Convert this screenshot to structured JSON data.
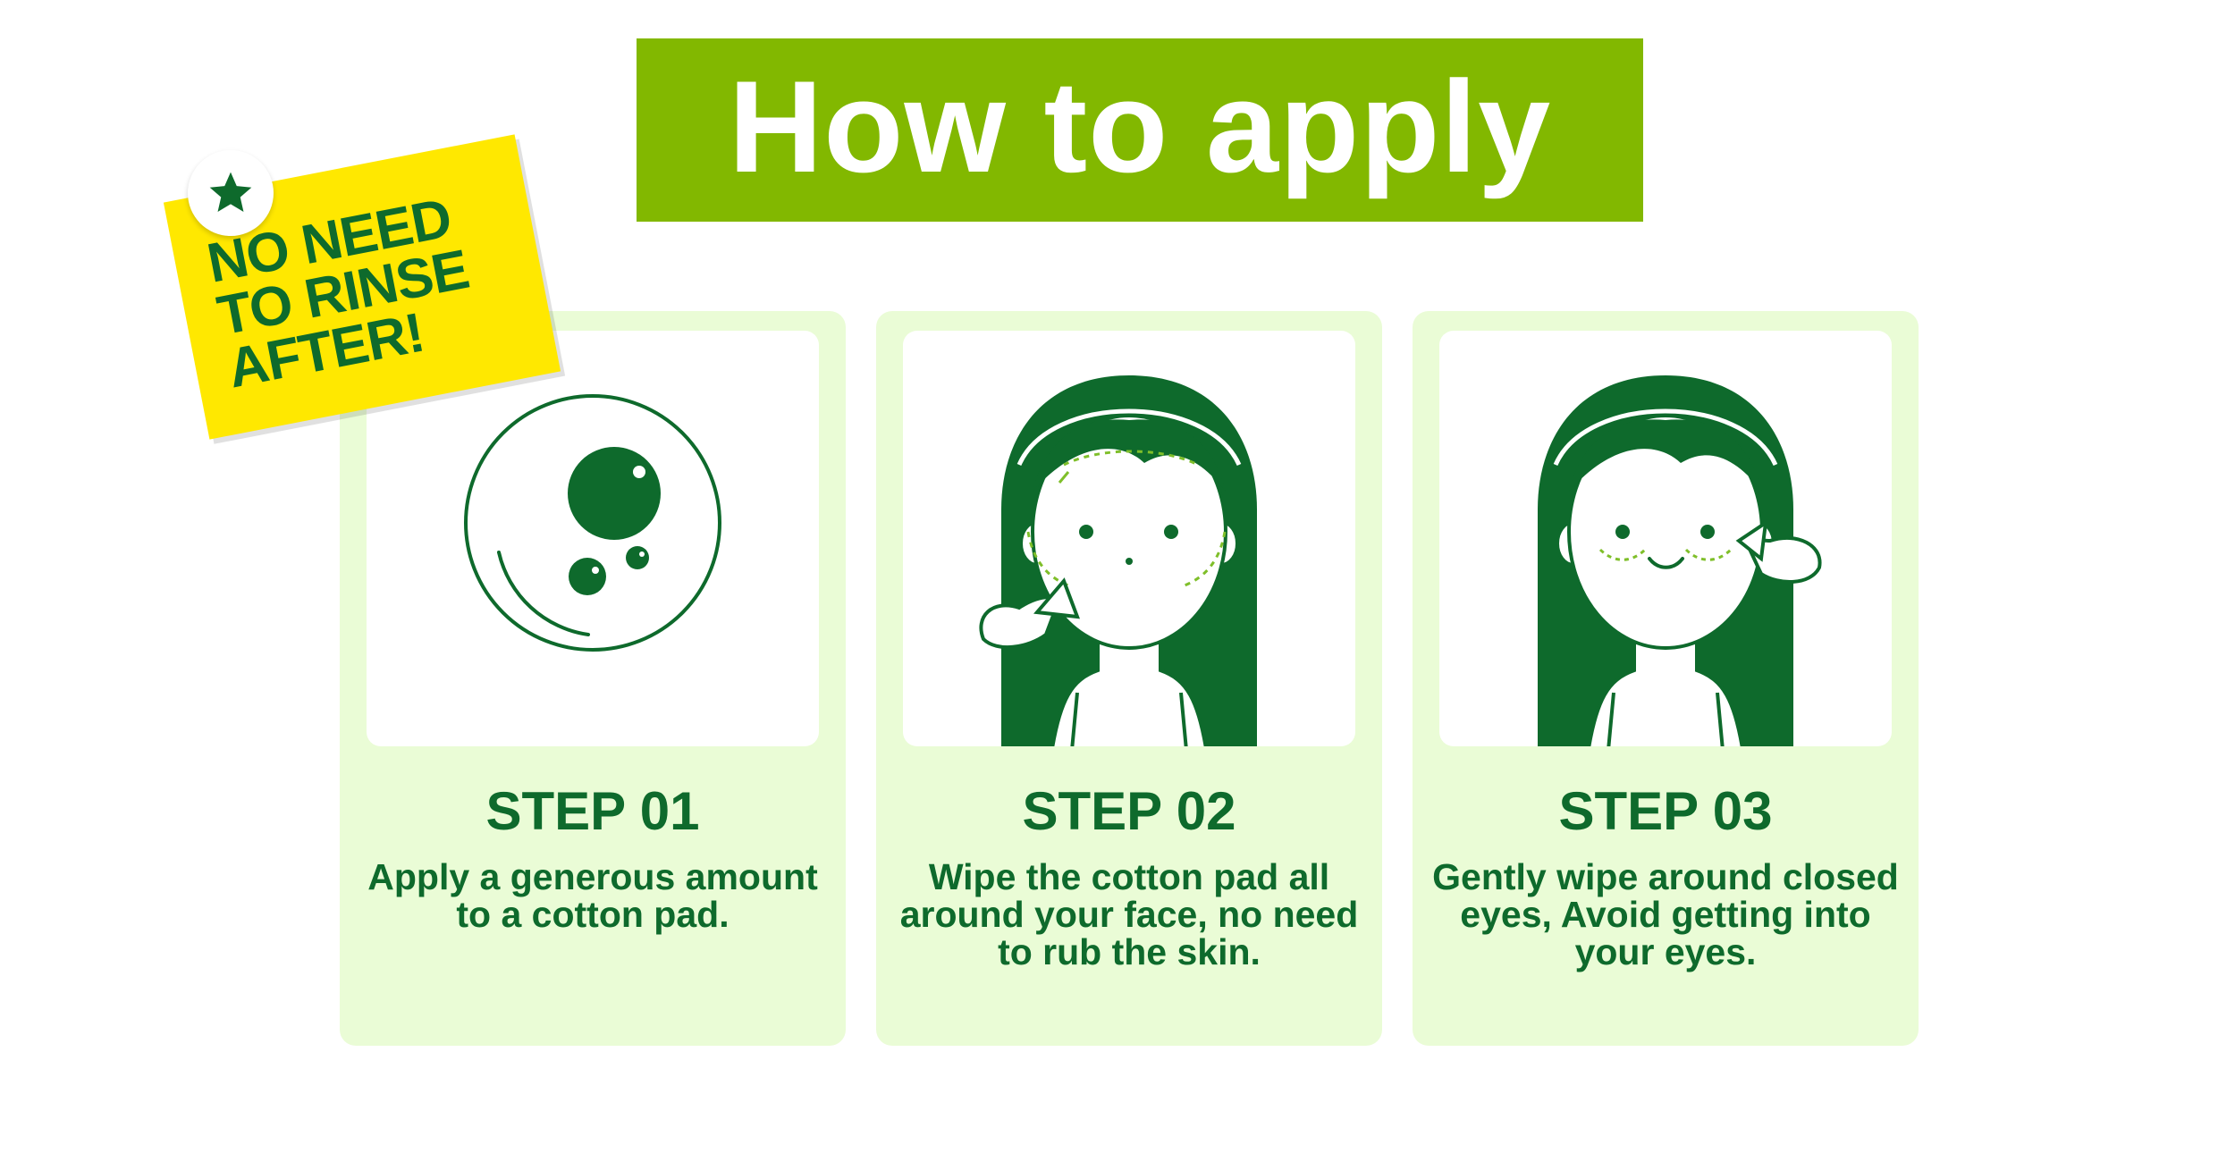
{
  "title": "How to apply",
  "tag": {
    "lines": [
      "NO NEED",
      "TO RINSE",
      "AFTER!"
    ],
    "icon": "star-icon"
  },
  "steps": [
    {
      "title": "STEP 01",
      "description": "Apply a generous amount to a cotton pad.",
      "illustration": "droplet-on-cotton-pad"
    },
    {
      "title": "STEP 02",
      "description": "Wipe the cotton pad all around your face, no need to rub the skin.",
      "illustration": "woman-wiping-face"
    },
    {
      "title": "STEP 03",
      "description": "Gently wipe around closed eyes, Avoid getting into your eyes.",
      "illustration": "woman-wiping-eyes"
    }
  ],
  "colors": {
    "banner": "#82b800",
    "dark_green": "#0e6a2c",
    "card_bg": "#eafcd6",
    "tag_yellow": "#ffe800",
    "dotted_arrow": "#7fbf2a"
  }
}
